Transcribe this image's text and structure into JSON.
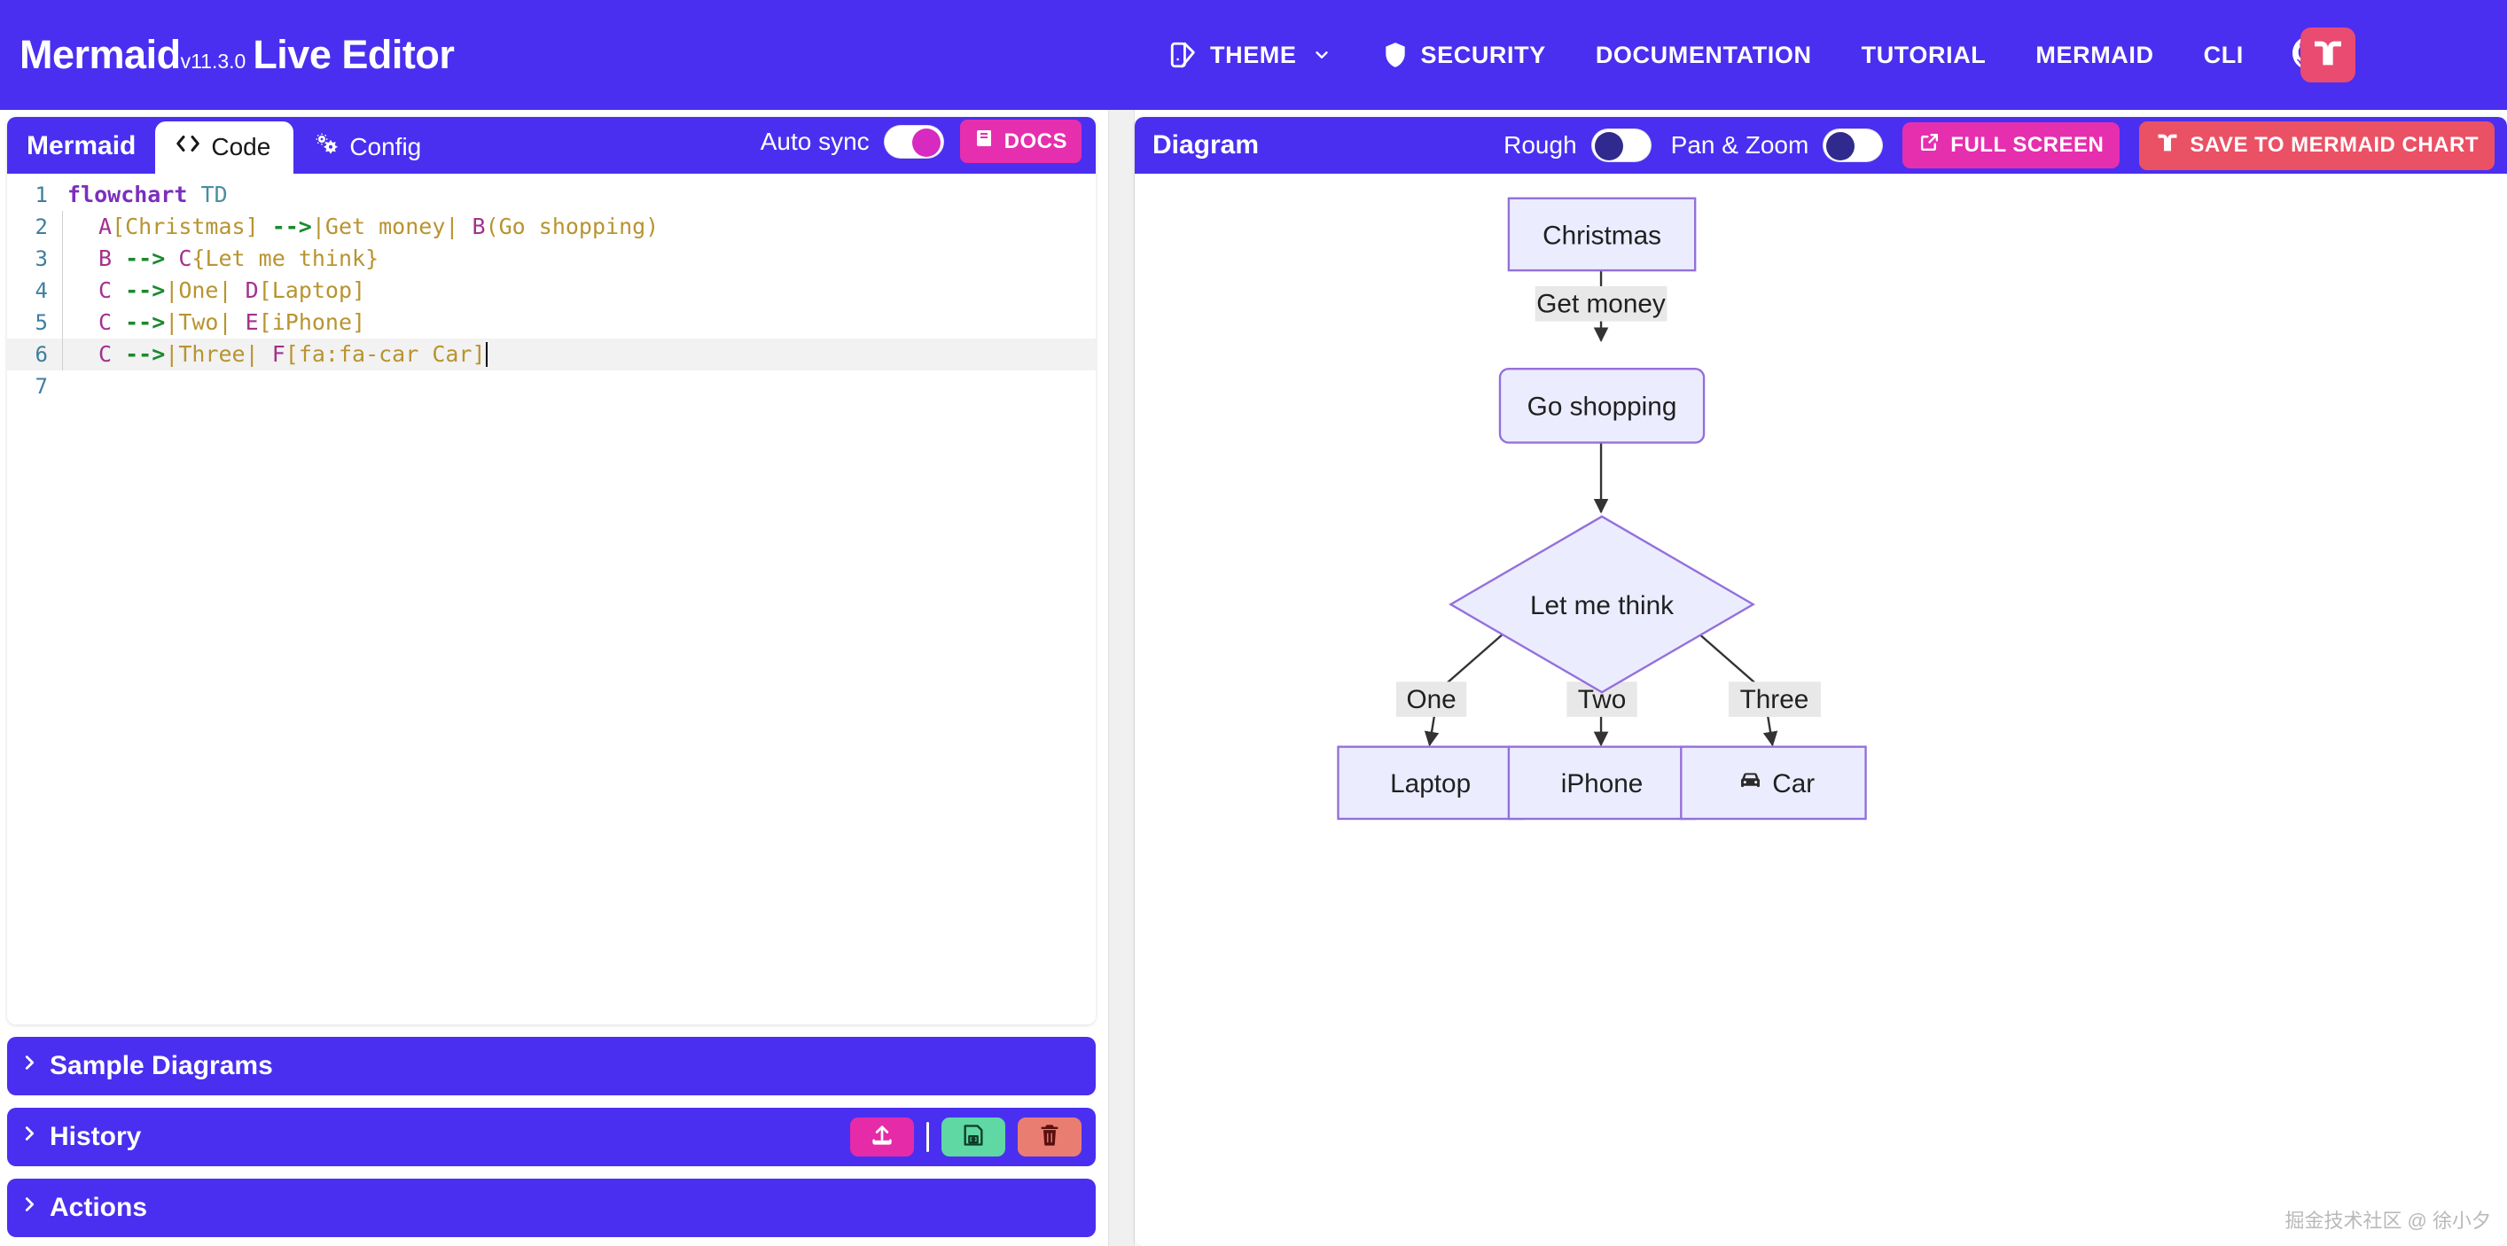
{
  "nav": {
    "brand_pre": "Mermaid",
    "brand_version": "v11.3.0",
    "brand_post": "Live Editor",
    "items": [
      {
        "label": "THEME",
        "icon": "theme-icon",
        "has_chevron": true
      },
      {
        "label": "SECURITY",
        "icon": "shield-icon",
        "has_chevron": false
      },
      {
        "label": "DOCUMENTATION",
        "icon": "",
        "has_chevron": false
      },
      {
        "label": "TUTORIAL",
        "icon": "",
        "has_chevron": false
      },
      {
        "label": "MERMAID",
        "icon": "",
        "has_chevron": false
      },
      {
        "label": "CLI",
        "icon": "",
        "has_chevron": false
      }
    ],
    "github_icon": "github-icon",
    "mermaid_chart_icon": "mermaid-chart-logo-icon",
    "bg_color": "#4a2ff0"
  },
  "editor": {
    "panel_label": "Mermaid",
    "tabs": [
      {
        "label": "Code",
        "icon": "code-icon",
        "active": true
      },
      {
        "label": "Config",
        "icon": "gear-icon",
        "active": false
      }
    ],
    "auto_sync": {
      "label": "Auto sync",
      "state": "on"
    },
    "docs_button": {
      "label": "DOCS",
      "icon": "book-icon"
    },
    "code_lines": [
      {
        "n": "1",
        "indent": false,
        "current": false,
        "tokens": [
          {
            "t": "flowchart",
            "c": "k-kw"
          },
          {
            "t": " ",
            "c": ""
          },
          {
            "t": "TD",
            "c": "k-dir"
          }
        ]
      },
      {
        "n": "2",
        "indent": true,
        "current": false,
        "tokens": [
          {
            "t": "A",
            "c": "k-id"
          },
          {
            "t": "[Christmas]",
            "c": "k-br"
          },
          {
            "t": " ",
            "c": ""
          },
          {
            "t": "-->",
            "c": "k-arr"
          },
          {
            "t": "|Get money|",
            "c": "k-pipe"
          },
          {
            "t": " ",
            "c": ""
          },
          {
            "t": "B",
            "c": "k-id"
          },
          {
            "t": "(Go shopping)",
            "c": "k-br"
          }
        ]
      },
      {
        "n": "3",
        "indent": true,
        "current": false,
        "tokens": [
          {
            "t": "B",
            "c": "k-id"
          },
          {
            "t": " ",
            "c": ""
          },
          {
            "t": "-->",
            "c": "k-arr"
          },
          {
            "t": " ",
            "c": ""
          },
          {
            "t": "C",
            "c": "k-id"
          },
          {
            "t": "{Let me think}",
            "c": "k-br"
          }
        ]
      },
      {
        "n": "4",
        "indent": true,
        "current": false,
        "tokens": [
          {
            "t": "C",
            "c": "k-id"
          },
          {
            "t": " ",
            "c": ""
          },
          {
            "t": "-->",
            "c": "k-arr"
          },
          {
            "t": "|One|",
            "c": "k-pipe"
          },
          {
            "t": " ",
            "c": ""
          },
          {
            "t": "D",
            "c": "k-id"
          },
          {
            "t": "[Laptop]",
            "c": "k-br"
          }
        ]
      },
      {
        "n": "5",
        "indent": true,
        "current": false,
        "tokens": [
          {
            "t": "C",
            "c": "k-id"
          },
          {
            "t": " ",
            "c": ""
          },
          {
            "t": "-->",
            "c": "k-arr"
          },
          {
            "t": "|Two|",
            "c": "k-pipe"
          },
          {
            "t": " ",
            "c": ""
          },
          {
            "t": "E",
            "c": "k-id"
          },
          {
            "t": "[iPhone]",
            "c": "k-br"
          }
        ]
      },
      {
        "n": "6",
        "indent": true,
        "current": true,
        "caret": true,
        "tokens": [
          {
            "t": "C",
            "c": "k-id"
          },
          {
            "t": " ",
            "c": ""
          },
          {
            "t": "-->",
            "c": "k-arr"
          },
          {
            "t": "|Three|",
            "c": "k-pipe"
          },
          {
            "t": " ",
            "c": ""
          },
          {
            "t": "F",
            "c": "k-id"
          },
          {
            "t": "[fa:fa-car Car]",
            "c": "k-br"
          }
        ]
      },
      {
        "n": "7",
        "indent": false,
        "current": false,
        "tokens": []
      }
    ],
    "full_code": "flowchart TD\n    A[Christmas] -->|Get money| B(Go shopping)\n    B --> C{Let me think}\n    C -->|One| D[Laptop]\n    C -->|Two| E[iPhone]\n    C -->|Three| F[fa:fa-car Car]\n"
  },
  "accordions": [
    {
      "label": "Sample Diagrams",
      "expanded": false,
      "actions": []
    },
    {
      "label": "History",
      "expanded": false,
      "actions": [
        {
          "name": "upload",
          "icon": "upload-icon",
          "color": "#e52ba8"
        },
        {
          "name": "separator",
          "icon": "",
          "color": ""
        },
        {
          "name": "save",
          "icon": "floppy-disk-icon",
          "color": "#5fd8a4"
        },
        {
          "name": "delete",
          "icon": "trash-icon",
          "color": "#ea7d72"
        }
      ]
    },
    {
      "label": "Actions",
      "expanded": false,
      "actions": []
    }
  ],
  "diagram_panel": {
    "title": "Diagram",
    "rough": {
      "label": "Rough",
      "state": "off"
    },
    "pan_zoom": {
      "label": "Pan & Zoom",
      "state": "off"
    },
    "full_screen_button": {
      "label": "FULL SCREEN",
      "icon": "external-link-icon"
    },
    "save_button": {
      "label": "SAVE TO MERMAID CHART",
      "icon": "mermaid-chart-logo-icon"
    },
    "watermark": "掘金技术社区 @ 徐小夕"
  },
  "chart_data": {
    "type": "diagram",
    "diagram_type": "flowchart",
    "direction": "TD",
    "theme_colors": {
      "node_fill": "#ECECFF",
      "node_stroke": "#9370DB",
      "edge_stroke": "#333333",
      "label_bg": "#e8e8e8",
      "text": "#1f2020"
    },
    "nodes": [
      {
        "id": "A",
        "label": "Christmas",
        "shape": "rect"
      },
      {
        "id": "B",
        "label": "Go shopping",
        "shape": "rounded"
      },
      {
        "id": "C",
        "label": "Let me think",
        "shape": "diamond"
      },
      {
        "id": "D",
        "label": "Laptop",
        "shape": "rect"
      },
      {
        "id": "E",
        "label": "iPhone",
        "shape": "rect"
      },
      {
        "id": "F",
        "label": "Car",
        "shape": "rect",
        "icon": "car-icon"
      }
    ],
    "edges": [
      {
        "from": "A",
        "to": "B",
        "label": "Get money"
      },
      {
        "from": "B",
        "to": "C",
        "label": ""
      },
      {
        "from": "C",
        "to": "D",
        "label": "One"
      },
      {
        "from": "C",
        "to": "E",
        "label": "Two"
      },
      {
        "from": "C",
        "to": "F",
        "label": "Three"
      }
    ]
  }
}
